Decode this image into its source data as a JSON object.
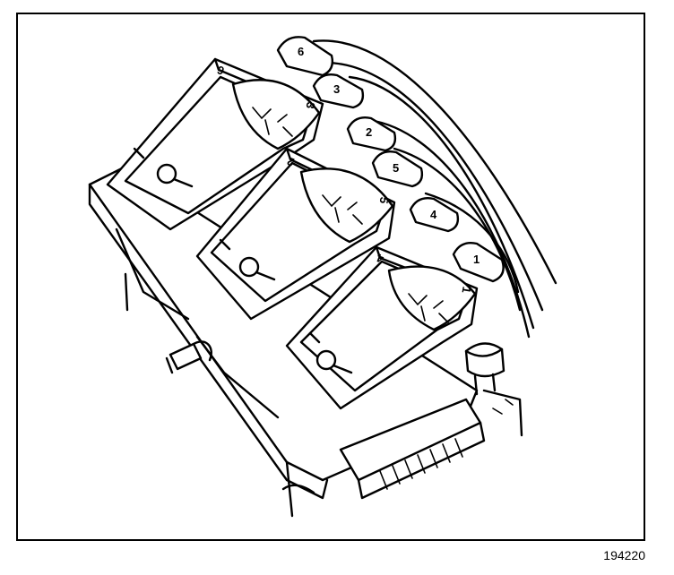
{
  "figure": {
    "number": "194220"
  },
  "coils": [
    {
      "left_label": "6",
      "right_label": "3"
    },
    {
      "left_label": "2",
      "right_label": "5"
    },
    {
      "left_label": "4",
      "right_label": "1"
    }
  ],
  "spark_plug_wire_tags": [
    "6",
    "3",
    "2",
    "5",
    "4",
    "1"
  ]
}
